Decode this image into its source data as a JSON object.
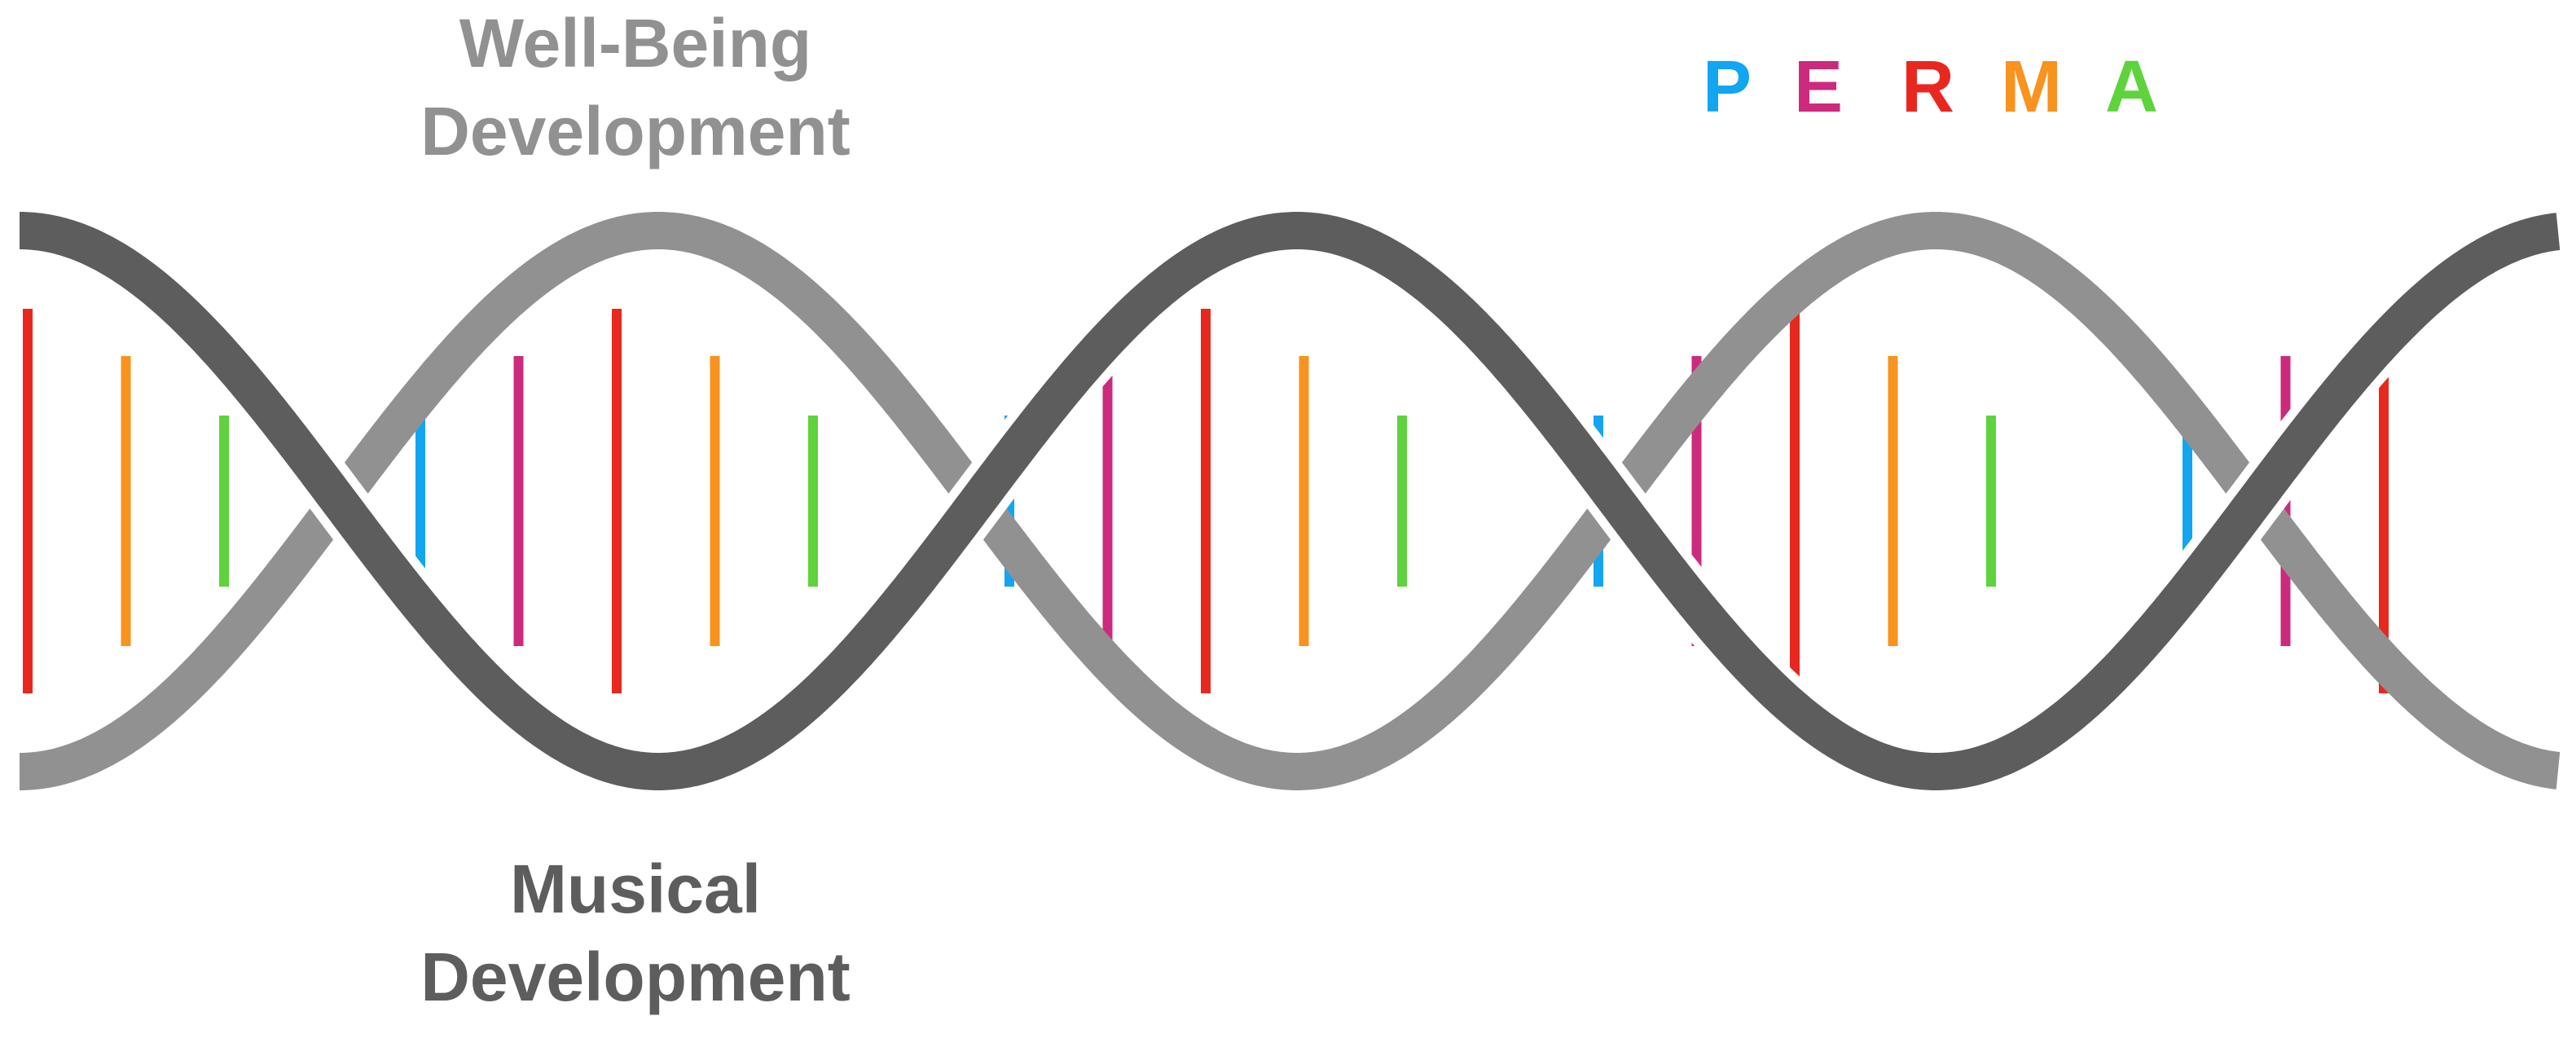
{
  "strands": {
    "wellbeing": {
      "title_line1": "Well-Being",
      "title_line2": "Development",
      "color": "#919191"
    },
    "musical": {
      "title_line1": "Musical",
      "title_line2": "Development",
      "color": "#5d5d5d"
    }
  },
  "perma": [
    {
      "letter": "P",
      "color": "#12a5f0"
    },
    {
      "letter": "E",
      "color": "#cc2a7c"
    },
    {
      "letter": "R",
      "color": "#e8281f"
    },
    {
      "letter": "M",
      "color": "#f7931e"
    },
    {
      "letter": "A",
      "color": "#5ed33d"
    }
  ],
  "rung_pattern": [
    "R",
    "M",
    "A",
    "gap",
    "P",
    "E",
    "R",
    "M",
    "A",
    "gap",
    "P",
    "E",
    "R",
    "M",
    "A",
    "gap",
    "P",
    "E",
    "R",
    "M",
    "A",
    "gap",
    "P",
    "E",
    "R"
  ]
}
